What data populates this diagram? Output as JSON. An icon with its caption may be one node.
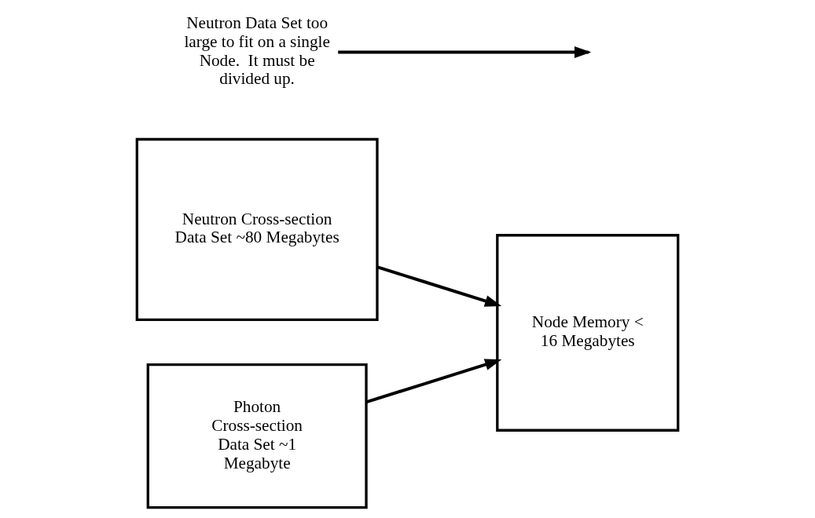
{
  "diagram": {
    "nodes": [
      {
        "text": [
          "Neutron Cross-section Data Set ~80 Megabytes"
        ]
      },
      {
        "text": [
          "Neutron Data Set too large to fit on a single Node.  It must be divided up."
        ]
      },
      {
        "text": [
          "Node Memory < 16 Megabytes"
        ]
      },
      {
        "text": [
          "Photon Cross-section Data Set ~1 Megabyte"
        ]
      }
    ],
    "edges": [
      {
        "from": 0,
        "to": 2,
        "arrow": "to"
      },
      {
        "from": 1,
        "to": null,
        "arrow": "to"
      },
      {
        "from": 3,
        "to": 2,
        "arrow": "to"
      }
    ]
  }
}
